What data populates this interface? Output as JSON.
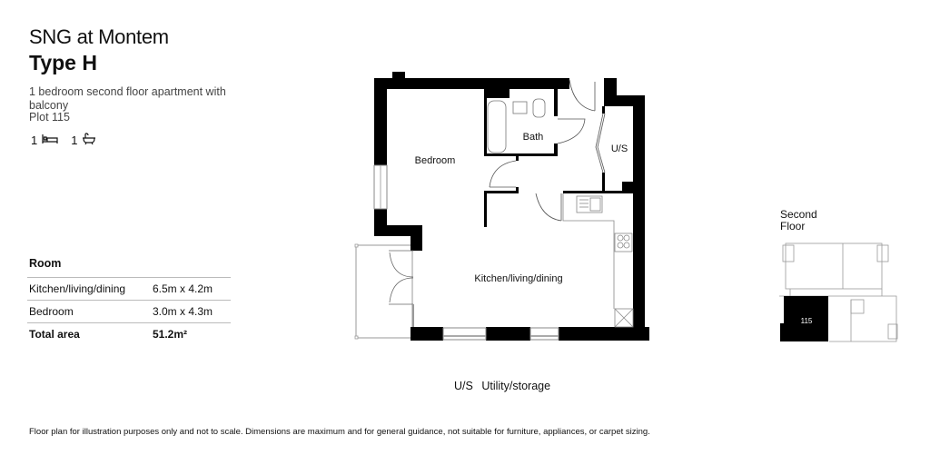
{
  "header": {
    "development": "SNG at Montem",
    "type": "Type H",
    "description": "1 bedroom second floor apartment with balcony",
    "plot": "Plot 115"
  },
  "features": {
    "bedrooms": {
      "count": "1",
      "icon": "bed-icon"
    },
    "bathrooms": {
      "count": "1",
      "icon": "bath-icon"
    }
  },
  "room_table": {
    "header": "Room",
    "rows": [
      {
        "name": "Kitchen/living/dining",
        "dimensions": "6.5m x 4.2m"
      },
      {
        "name": "Bedroom",
        "dimensions": "3.0m x 4.3m"
      }
    ],
    "total": {
      "label": "Total area",
      "value": "51.2m²"
    }
  },
  "floor_plan": {
    "rooms": {
      "bedroom": "Bedroom",
      "bath": "Bath",
      "utility": "U/S",
      "kitchen": "Kitchen/living/dining"
    }
  },
  "key_plan": {
    "label_line1": "Second",
    "label_line2": "Floor",
    "highlighted_plot": "115",
    "highlight_color": "#000000"
  },
  "legend": {
    "abbr": "U/S",
    "meaning": "Utility/storage"
  },
  "disclaimer": "Floor plan for illustration purposes only and not to scale. Dimensions are maximum and for general guidance, not suitable for furniture, appliances, or carpet sizing."
}
